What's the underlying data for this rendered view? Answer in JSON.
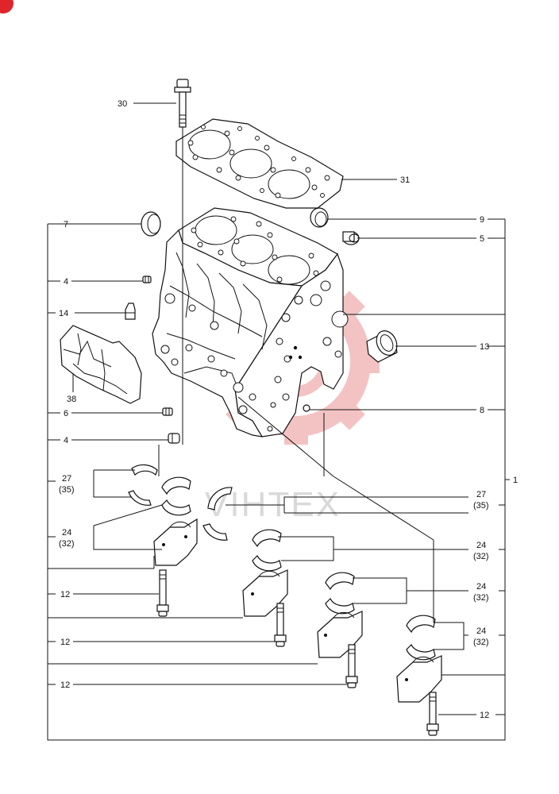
{
  "colors": {
    "watermark": "#f2b9b9",
    "watermark_text": "#d9d9d9",
    "corner_badge": "#e0242b",
    "ink": "#111111"
  },
  "watermark": {
    "logo": "gear-logo",
    "text": "VIHTEX"
  },
  "callouts": {
    "c30": "30",
    "c31": "31",
    "c7": "7",
    "c9": "9",
    "c5": "5",
    "c4a": "4",
    "c14": "14",
    "c13": "13",
    "c38": "38",
    "c6": "6",
    "c8": "8",
    "c4b": "4",
    "c1": "1",
    "c27l": "27",
    "c35l": "(35)",
    "c24l": "24",
    "c32l": "(32)",
    "c27r": "27",
    "c35r": "(35)",
    "c24r1": "24",
    "c32r1": "(32)",
    "c24r2": "24",
    "c32r2": "(32)",
    "c24r3": "24",
    "c32r3": "(32)",
    "c12a": "12",
    "c12b": "12",
    "c12c": "12",
    "c12d": "12"
  }
}
